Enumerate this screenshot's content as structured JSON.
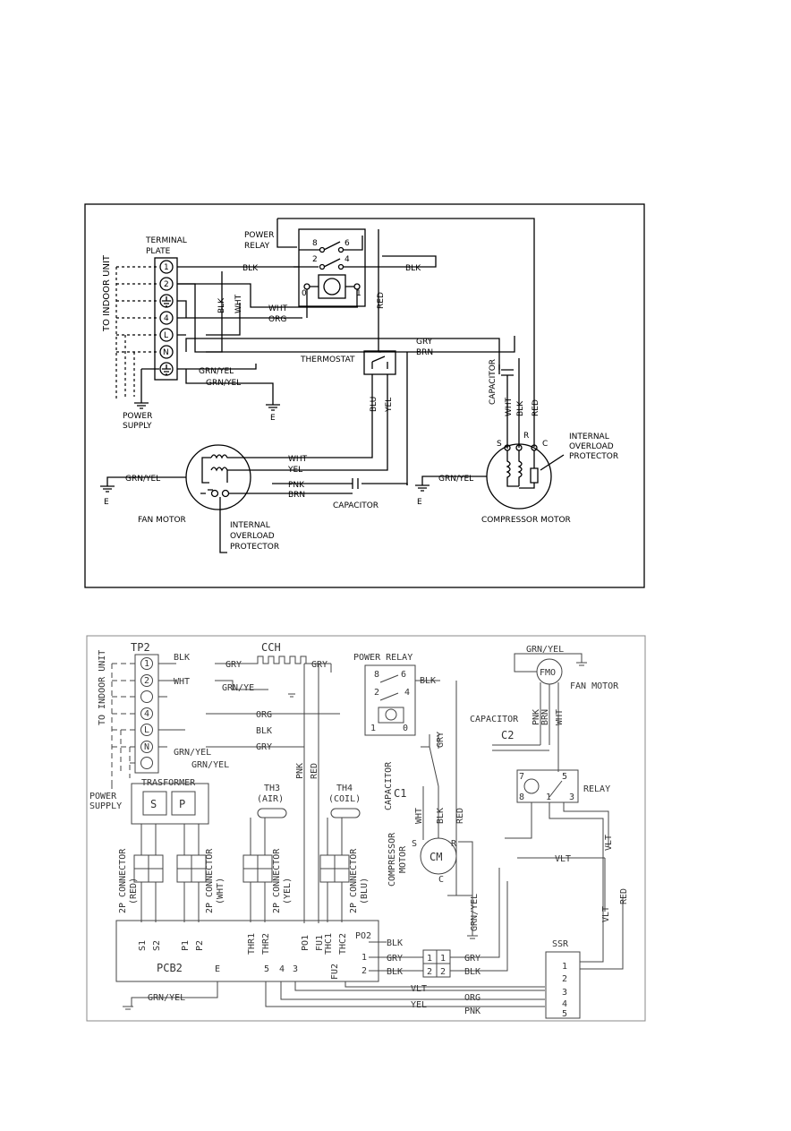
{
  "d1": {
    "terminal_plate": [
      "TERMINAL",
      "PLATE"
    ],
    "to_indoor": "TO INDOOR UNIT",
    "terminals": [
      "1",
      "2",
      "4",
      "L",
      "N"
    ],
    "power_relay": [
      "POWER",
      "RELAY"
    ],
    "relay_pins": [
      "8",
      "6",
      "2",
      "4",
      "0",
      "1"
    ],
    "thermostat": "THERMOSTAT",
    "capacitor_v": "CAPACITOR",
    "capacitor_h": "CAPACITOR",
    "fan_motor": "FAN MOTOR",
    "compressor_motor": "COMPRESSOR MOTOR",
    "iop_fan": [
      "INTERNAL",
      "OVERLOAD",
      "PROTECTOR"
    ],
    "iop_comp": [
      "INTERNAL",
      "OVERLOAD",
      "PROTECTOR"
    ],
    "power_supply": [
      "POWER",
      "SUPPLY"
    ],
    "e": "E",
    "src": [
      "S",
      "R",
      "C"
    ],
    "wires": {
      "blk": "BLK",
      "wht": "WHT",
      "org": "ORG",
      "red": "RED",
      "gry": "GRY",
      "brn": "BRN",
      "grnyel": "GRN/YEL",
      "blu": "BLU",
      "yel": "YEL",
      "pnk": "PNK"
    }
  },
  "d2": {
    "tp2": "TP2",
    "cch": "CCH",
    "power_relay": "POWER RELAY",
    "to_indoor": "TO INDOOR UNIT",
    "terminals": [
      "1",
      "2",
      "4",
      "L",
      "N"
    ],
    "relay_pins": [
      "8",
      "6",
      "2",
      "4",
      "1",
      "0"
    ],
    "wires": {
      "blk": "BLK",
      "wht": "WHT",
      "gry": "GRY",
      "grnye": "GRN/YE",
      "grnyel": "GRN/YEL",
      "org": "ORG",
      "pnk": "PNK",
      "red": "RED",
      "brn": "BRN",
      "vlt": "VLT",
      "yel": "YEL"
    },
    "transformer": "TRASFORMER",
    "s": "S",
    "p": "P",
    "power_supply": [
      "POWER",
      "SUPPLY"
    ],
    "th3": [
      "TH3",
      "(AIR)"
    ],
    "th4": [
      "TH4",
      "(COIL)"
    ],
    "conn_red": [
      "2P CONNECTOR",
      "(RED)"
    ],
    "conn_wht": [
      "2P CONNECTOR",
      "(WHT)"
    ],
    "conn_yel": [
      "2P CONNECTOR",
      "(YEL)"
    ],
    "conn_blu": [
      "2P CONNECTOR",
      "(BLU)"
    ],
    "pcb": "PCB2",
    "e": "E",
    "pcb_pins": [
      "S1",
      "S2",
      "P1",
      "P2",
      "THR1",
      "THR2",
      "PO1",
      "FU1",
      "THC1",
      "THC2",
      "PO2",
      "FU2"
    ],
    "pcb_nums": [
      "5",
      "4",
      "3"
    ],
    "c1": "C1",
    "c2": "C2",
    "capacitor_v": "CAPACITOR",
    "capacitor_h": "CAPACITOR",
    "cm": "CM",
    "compressor_motor": [
      "COMPRESSOR",
      "MOTOR"
    ],
    "src": [
      "S",
      "R",
      "C"
    ],
    "fmo": "FMO",
    "fan_motor": "FAN MOTOR",
    "relay": "RELAY",
    "relay_nums": [
      "7",
      "5",
      "8",
      "1",
      "3"
    ],
    "ssr": "SSR",
    "ssr_nums": [
      "1",
      "2",
      "3",
      "4",
      "5"
    ],
    "po2_nums": [
      "1",
      "2"
    ],
    "cn_nums": [
      "1",
      "2"
    ]
  }
}
